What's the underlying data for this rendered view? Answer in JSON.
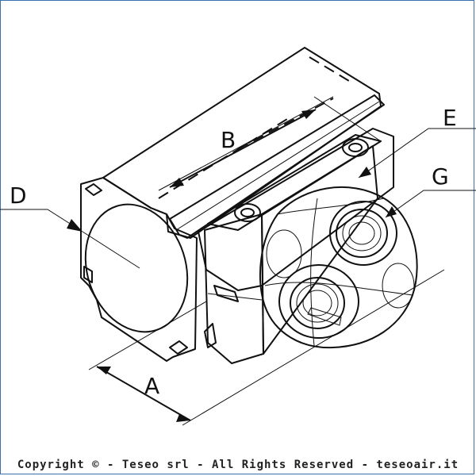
{
  "labels": {
    "a": "A",
    "b": "B",
    "d": "D",
    "e": "E",
    "g": "G"
  },
  "footer": {
    "copyright": "Copyright © - Teseo srl - All Rights Reserved - teseoair.it"
  },
  "colors": {
    "frame": "#3a6fb0",
    "ball_light": "#cfe0f2",
    "ball_mid": "#9fbfe0",
    "ball_dark": "#6f93bd",
    "clamp": "#7a7a7a",
    "clamp_dark": "#4e4e4e",
    "line": "#111111"
  }
}
